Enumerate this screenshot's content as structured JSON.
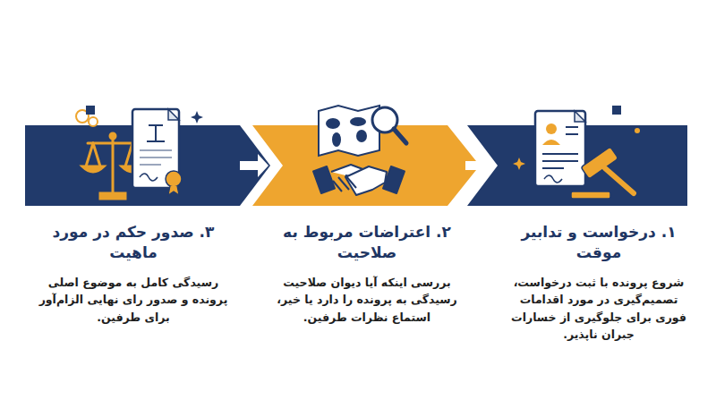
{
  "diagram": {
    "nodes": [
      {
        "text": [
          "۱. درخواست و تدابیر موقت",
          "شروع پرونده با ثبت درخواست، تصمیم‌گیری در مورد اقدامات فوری برای جلوگیری از خسارات جبران ناپذیر."
        ]
      },
      {
        "text": [
          "۲. اعتراضات مربوط به صلاحیت",
          "بررسی اینکه آیا دیوان صلاحیت رسیدگی به پرونده را دارد یا خیر، استماع نظرات طرفین."
        ]
      },
      {
        "text": [
          "۳. صدور حکم در مورد ماهیت",
          "رسیدگی کامل به موضوع اصلی پرونده و صدور رای نهایی الزام‌آور برای طرفین."
        ]
      }
    ],
    "edges": [
      {
        "from": 2,
        "to": 1,
        "arrow": "to"
      },
      {
        "from": 1,
        "to": 0,
        "arrow": "to"
      }
    ]
  }
}
